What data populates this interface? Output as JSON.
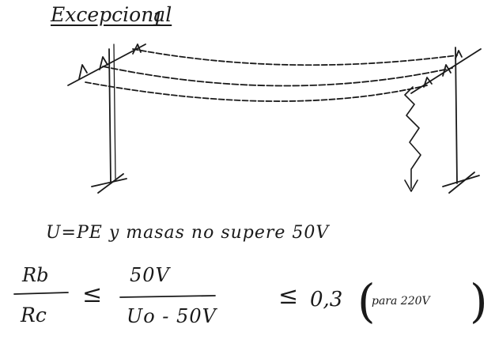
{
  "title": "Excepcional",
  "title_number": "1",
  "condition": "U=PE y masas no supere 50V",
  "formula": {
    "left_numerator": "Rb",
    "left_denominator": "Rc",
    "leq_symbol": "≤",
    "right_numerator": "50V",
    "right_denominator": "Uo - 50V",
    "leq_symbol_2": "≤",
    "result": "0,3",
    "note": "para 220V",
    "paren_open": "(",
    "paren_close": ")"
  },
  "ink_color": "#1a1a1a"
}
